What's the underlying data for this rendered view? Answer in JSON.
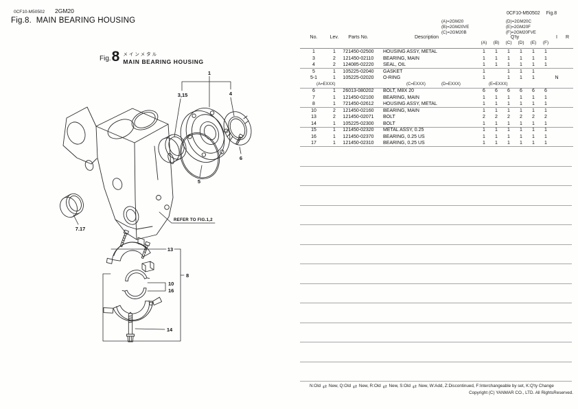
{
  "page": {
    "doc_code_left": "0CF10-M50502",
    "model": "2GM20",
    "title": "Fig.8.  MAIN BEARING HOUSING",
    "doc_code_right": "0CF10-M50502",
    "fig_ref_right": "Fig.8"
  },
  "figure": {
    "fig_prefix": "Fig.",
    "fig_number": "8",
    "caption_jp": "メインメタル",
    "caption_en": "MAIN BEARING HOUSING",
    "refer_note": "REFER TO FIG.1,2",
    "callouts": {
      "c1": "1",
      "c3_15": "3,15",
      "c4": "4",
      "c5": "5",
      "c6": "6",
      "c7_17": "7.17",
      "c13": "13",
      "c8": "8",
      "c10": "10",
      "c16": "16",
      "c14": "14"
    }
  },
  "legend": {
    "left": [
      "(A)=2GM20",
      "(B)=2GM20VE",
      "(C)=2GM20B"
    ],
    "right": [
      "(D)=2GM20C",
      "(E)=2GM20F",
      "(F)=2GM20FVE"
    ]
  },
  "table": {
    "headers": {
      "no": "No.",
      "lev": "Lev.",
      "parts_no": "Parts No.",
      "description": "Description",
      "qty": "Q'ty",
      "qty_cols": [
        "(A)",
        "(B)",
        "(C)",
        "(D)",
        "(E)",
        "(F)"
      ],
      "i": "I",
      "r": "R"
    },
    "rows": [
      {
        "no": "1",
        "lev": "1",
        "parts_no": "721450-02500",
        "description": "HOUSING ASSY, METAL",
        "qty": [
          "1",
          "1",
          "1",
          "1",
          "1",
          "1"
        ],
        "i": "",
        "r": ""
      },
      {
        "no": "3",
        "lev": "2",
        "parts_no": "121450-02110",
        "description": "BEARING, MAIN",
        "qty": [
          "1",
          "1",
          "1",
          "1",
          "1",
          "1"
        ],
        "i": "",
        "r": ""
      },
      {
        "no": "4",
        "lev": "2",
        "parts_no": "124085-02220",
        "description": "SEAL, OIL",
        "qty": [
          "1",
          "1",
          "1",
          "1",
          "1",
          "1"
        ],
        "i": "",
        "r": "",
        "sep_after": true
      },
      {
        "no": "5",
        "lev": "1",
        "parts_no": "105225-02040",
        "description": "GASKET",
        "qty": [
          "1",
          "",
          "1",
          "1",
          "1",
          ""
        ],
        "i": "",
        "r": ""
      },
      {
        "no": "5-1",
        "lev": "1",
        "parts_no": "105225-02020",
        "description": "O-RING",
        "qty": [
          "1",
          "",
          "1",
          "1",
          "1",
          ""
        ],
        "i": "N",
        "r": ""
      },
      {
        "type": "note",
        "cells": [
          "(A=EXXX)",
          "(C=EXXX)",
          "(D=EXXX)",
          "(E=EXXX)"
        ],
        "sep_after": true
      },
      {
        "no": "6",
        "lev": "1",
        "parts_no": "26013-080202",
        "description": "BOLT, M8X 20",
        "qty": [
          "6",
          "6",
          "6",
          "6",
          "6",
          "6"
        ],
        "i": "",
        "r": ""
      },
      {
        "no": "7",
        "lev": "1",
        "parts_no": "121450-02100",
        "description": "BEARING, MAIN",
        "qty": [
          "1",
          "1",
          "1",
          "1",
          "1",
          "1"
        ],
        "i": "",
        "r": ""
      },
      {
        "no": "8",
        "lev": "1",
        "parts_no": "721450-02612",
        "description": "HOUSING ASSY, METAL",
        "qty": [
          "1",
          "1",
          "1",
          "1",
          "1",
          "1"
        ],
        "i": "",
        "r": "",
        "sep_after": true
      },
      {
        "no": "10",
        "lev": "2",
        "parts_no": "121450-02160",
        "description": "BEARING, MAIN",
        "qty": [
          "1",
          "1",
          "1",
          "1",
          "1",
          "1"
        ],
        "i": "",
        "r": ""
      },
      {
        "no": "13",
        "lev": "2",
        "parts_no": "121450-02071",
        "description": "BOLT",
        "qty": [
          "2",
          "2",
          "2",
          "2",
          "2",
          "2"
        ],
        "i": "",
        "r": ""
      },
      {
        "no": "14",
        "lev": "1",
        "parts_no": "105225-02300",
        "description": "BOLT",
        "qty": [
          "1",
          "1",
          "1",
          "1",
          "1",
          "1"
        ],
        "i": "",
        "r": "",
        "sep_after": true
      },
      {
        "no": "15",
        "lev": "1",
        "parts_no": "121450-02320",
        "description": "METAL ASSY, 0.25",
        "qty": [
          "1",
          "1",
          "1",
          "1",
          "1",
          "1"
        ],
        "i": "",
        "r": ""
      },
      {
        "no": "16",
        "lev": "1",
        "parts_no": "121450-02370",
        "description": "BEARING, 0.25 US",
        "qty": [
          "1",
          "1",
          "1",
          "1",
          "1",
          "1"
        ],
        "i": "",
        "r": ""
      },
      {
        "no": "17",
        "lev": "1",
        "parts_no": "121450-02310",
        "description": "BEARING, 0.25 US",
        "qty": [
          "1",
          "1",
          "1",
          "1",
          "1",
          "1"
        ],
        "i": "",
        "r": "",
        "sep_after": true
      }
    ],
    "empty_rule_count": 12
  },
  "footer": {
    "segments": [
      {
        "text": "N:Old "
      },
      {
        "icon": "exchange-icon"
      },
      {
        "text": " New, Q:Old "
      },
      {
        "icon": "exchange-icon"
      },
      {
        "text": " New, R:Old "
      },
      {
        "icon": "exchange-icon"
      },
      {
        "text": " New, S:Old "
      },
      {
        "icon": "exchange-icon"
      },
      {
        "text": " New, W:Add, Z:Discontinued, F:Interchangeable by set, K:Q'ty Change"
      }
    ],
    "copyright": "Copyright (C)  YANMAR CO., LTD. All RightsReserved."
  },
  "colors": {
    "ink": "#1a1a1a",
    "rule_gray": "#9e9e9e",
    "paper": "#fefefd"
  }
}
